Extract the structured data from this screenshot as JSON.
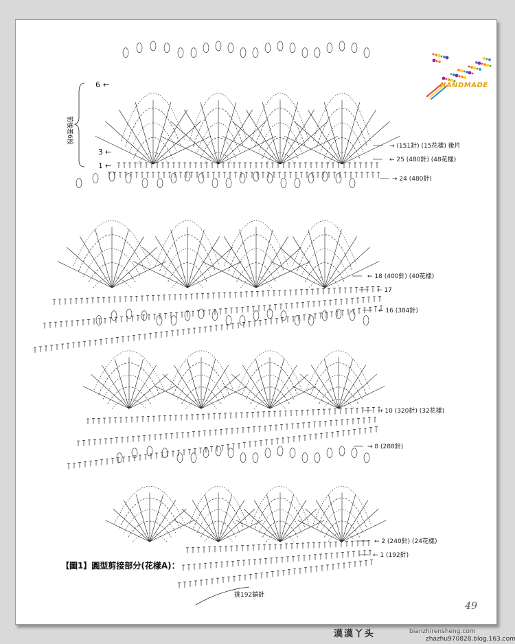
{
  "caption": {
    "text": "【圖1】圓型剪接部分(花樣A)："
  },
  "side_note": {
    "text": "前後差6段"
  },
  "stitch_count_label": {
    "text": "挑192鎖針"
  },
  "page_number": "49",
  "logo": {
    "text": "HANDMADE",
    "colors": [
      "#e53935",
      "#fb8c00",
      "#fdd835",
      "#43a047",
      "#1e88e5",
      "#8e24aa"
    ]
  },
  "watermark": {
    "text": "漠漠丫头",
    "url": "zhazhu970828.blog.163.com",
    "url2": "bianzhirensheng.com"
  },
  "left_row_labels": [
    {
      "label": "6",
      "arrow": "←"
    },
    {
      "label": "3",
      "arrow": "←"
    },
    {
      "label": "1",
      "arrow": "←"
    }
  ],
  "right_row_labels": [
    {
      "text": "→ (151針) (15花樣) 後片"
    },
    {
      "text": "← 25 (480針) (48花樣)"
    },
    {
      "text": "→ 24 (480針)"
    },
    {
      "text": "← 18 (400針) (40花樣)"
    },
    {
      "text": "← 17"
    },
    {
      "text": "← 16 (384針)"
    },
    {
      "text": "→ 10 (320針) (32花樣)"
    },
    {
      "text": "→ 8 (288針)"
    },
    {
      "text": "← 2 (240針) (24花樣)"
    },
    {
      "text": "← 1 (192針)"
    }
  ],
  "ink_color": "#1a1a1a"
}
